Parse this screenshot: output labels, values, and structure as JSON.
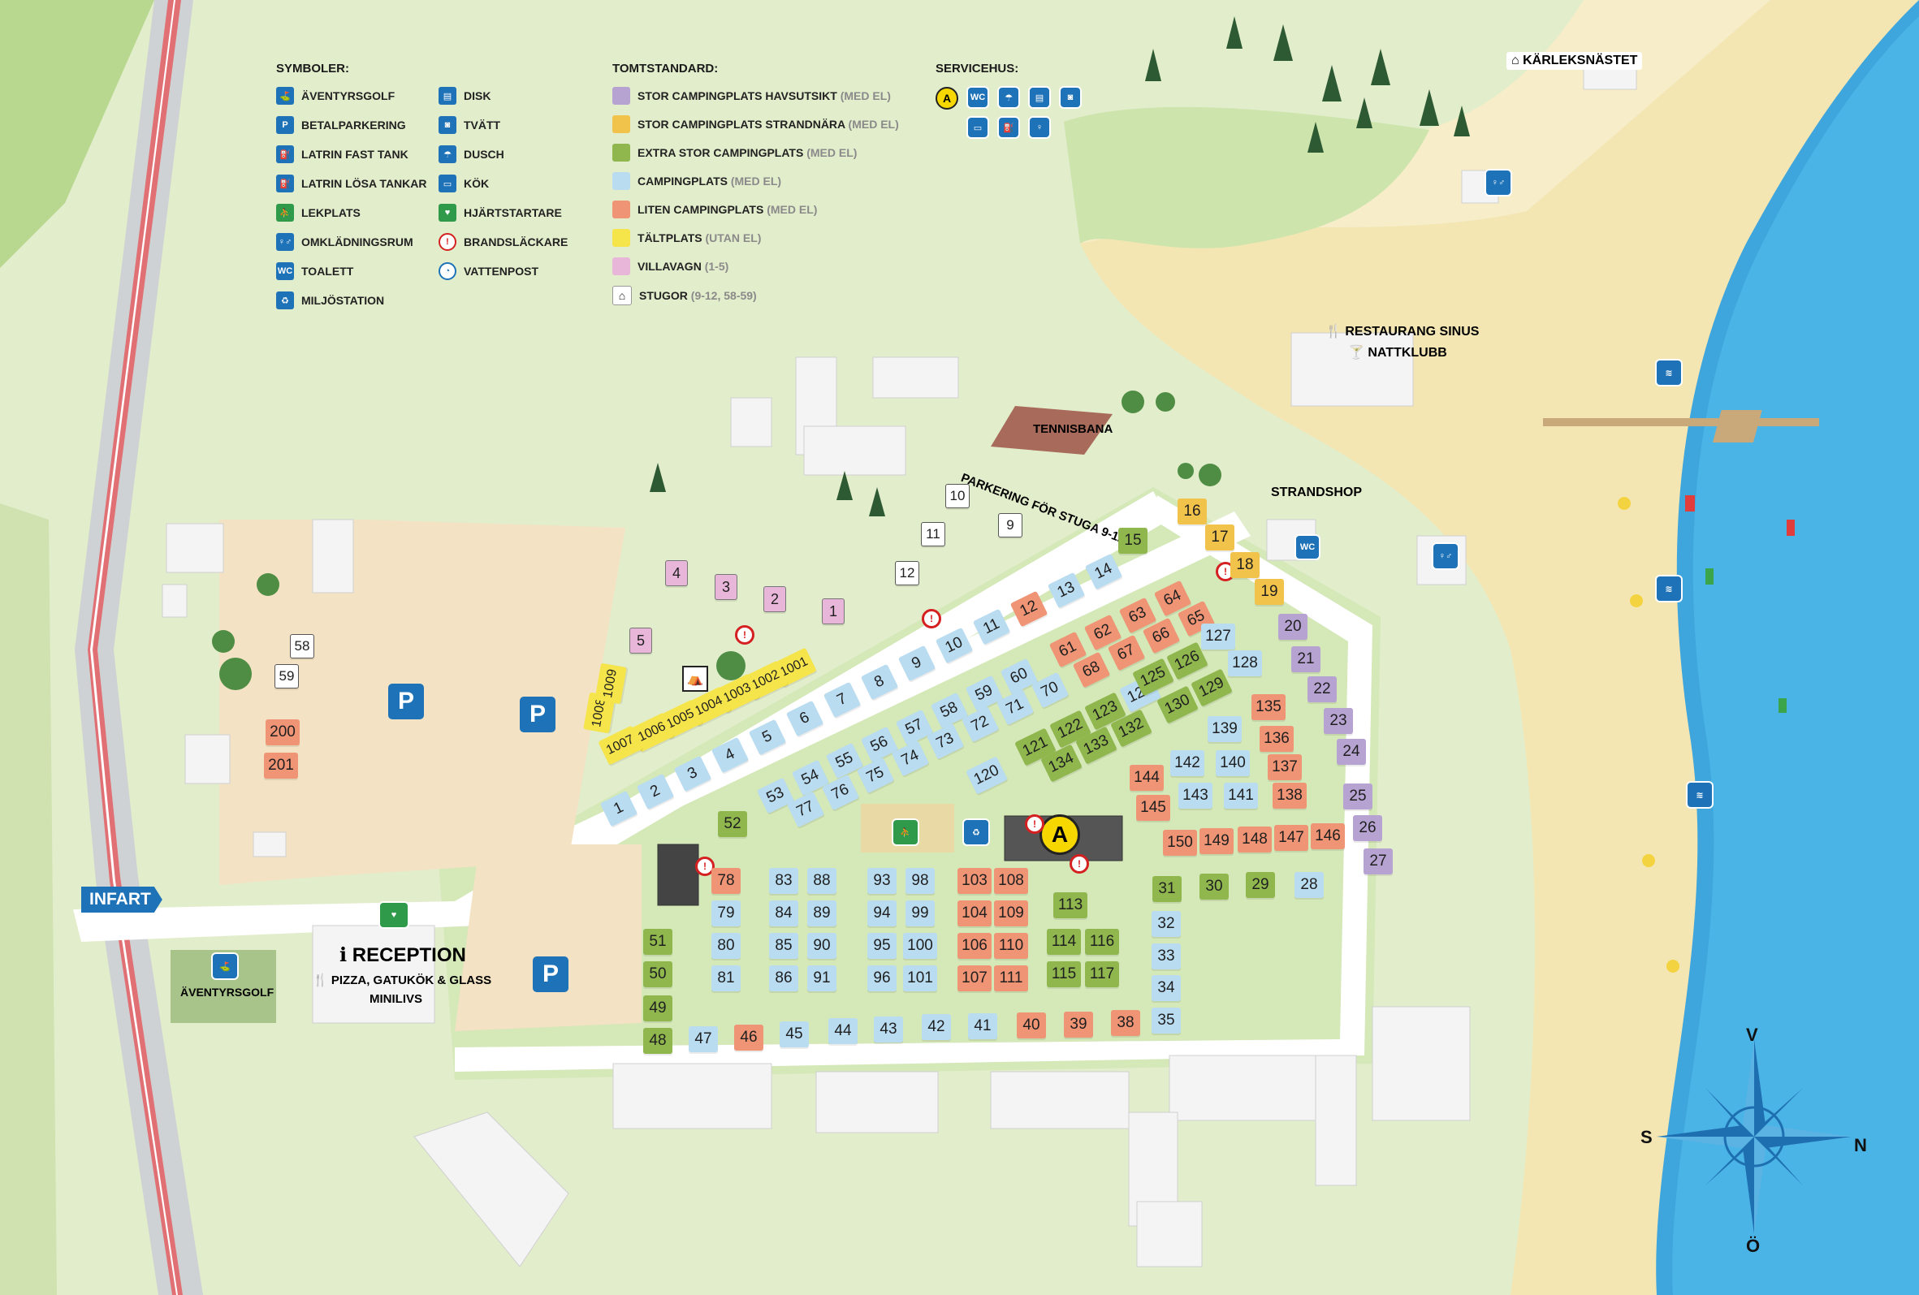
{
  "legend": {
    "symbols": {
      "title": "SYMBOLER:",
      "items": [
        {
          "label": "ÄVENTYRSGOLF",
          "icon": "minigolf-icon",
          "glyph": "⛳",
          "tone": "blue"
        },
        {
          "label": "BETALPARKERING",
          "icon": "parking-icon",
          "glyph": "P",
          "tone": "blue"
        },
        {
          "label": "LATRIN FAST TANK",
          "icon": "latrine-fixed-tank-icon",
          "glyph": "⛽",
          "tone": "blue"
        },
        {
          "label": "LATRIN LÖSA TANKAR",
          "icon": "latrine-loose-tanks-icon",
          "glyph": "⛽",
          "tone": "blue"
        },
        {
          "label": "LEKPLATS",
          "icon": "playground-icon",
          "glyph": "⛹",
          "tone": "green"
        },
        {
          "label": "OMKLÄDNINGSRUM",
          "icon": "changing-room-icon",
          "glyph": "♀♂",
          "tone": "blue"
        },
        {
          "label": "TOALETT",
          "icon": "toilet-icon",
          "glyph": "WC",
          "tone": "blue"
        },
        {
          "label": "MILJÖSTATION",
          "icon": "recycling-icon",
          "glyph": "♻",
          "tone": "blue"
        },
        {
          "label": "DISK",
          "icon": "dishwashing-icon",
          "glyph": "▤",
          "tone": "blue"
        },
        {
          "label": "TVÄTT",
          "icon": "laundry-icon",
          "glyph": "◙",
          "tone": "blue"
        },
        {
          "label": "DUSCH",
          "icon": "shower-icon",
          "glyph": "☂",
          "tone": "blue"
        },
        {
          "label": "KÖK",
          "icon": "kitchen-icon",
          "glyph": "▭",
          "tone": "blue"
        },
        {
          "label": "HJÄRTSTARTARE",
          "icon": "defibrillator-icon",
          "glyph": "♥",
          "tone": "green"
        },
        {
          "label": "BRANDSLÄCKARE",
          "icon": "fire-extinguisher-icon",
          "glyph": "!",
          "tone": "red"
        },
        {
          "label": "VATTENPOST",
          "icon": "water-tap-icon",
          "glyph": "◔",
          "tone": "drop"
        }
      ]
    },
    "standards": {
      "title": "TOMTSTANDARD:",
      "items": [
        {
          "label": "STOR CAMPINGPLATS HAVSUTSIKT",
          "note": "(MED EL)",
          "color": "#b7a3d2"
        },
        {
          "label": "STOR CAMPINGPLATS STRANDNÄRA",
          "note": "(MED EL)",
          "color": "#f2c34b"
        },
        {
          "label": "EXTRA STOR CAMPINGPLATS",
          "note": "(MED EL)",
          "color": "#8fb74e"
        },
        {
          "label": "CAMPINGPLATS",
          "note": "(MED EL)",
          "color": "#b9dcf1"
        },
        {
          "label": "LITEN CAMPINGPLATS",
          "note": "(MED EL)",
          "color": "#ef9475"
        },
        {
          "label": "TÄLTPLATS",
          "note": "(UTAN EL)",
          "color": "#f6e54a"
        },
        {
          "label": "VILLAVAGN",
          "note": "(1-5)",
          "color": "#e8b6d8"
        },
        {
          "label": "STUGOR",
          "note": "(9-12, 58-59)",
          "color": "house"
        }
      ]
    },
    "service": {
      "title": "SERVICEHUS:",
      "marker": "A",
      "icons": [
        "toilet-icon",
        "shower-icon",
        "dishwashing-icon",
        "laundry-icon",
        "kitchen-icon",
        "changing-room-icon",
        "laundry-icon"
      ]
    }
  },
  "places": {
    "karleksnastet": "KÄRLEKSNÄSTET",
    "restaurang": "RESTAURANG SINUS",
    "nattklubb": "NATTKLUBB",
    "tennisbana": "TENNISBANA",
    "parkering_stuga": "PARKERING FÖR STUGA 9-12",
    "strandshop": "STRANDSHOP",
    "infart": "INFART",
    "reception": "RECEPTION",
    "reception_food": "PIZZA, GATUKÖK & GLASS",
    "minilivs": "MINILIVS",
    "aventyrsgolf": "ÄVENTYRSGOLF",
    "servicehus_marker": "A",
    "parking_letter": "P"
  },
  "compass": {
    "north": "N",
    "south": "S",
    "west": "V",
    "east": "Ö"
  },
  "colors": {
    "sea": "#3da6dc",
    "sand": "#f3e3ad",
    "grass": "#dbebc4",
    "road": "#ffffff",
    "havsutsikt": "#b7a3d2",
    "strandnara": "#f2c34b",
    "extrastor": "#8fb74e",
    "camping": "#b9dcf1",
    "liten": "#ef9475",
    "talt": "#f6e54a",
    "villavagn": "#e8b6d8"
  },
  "plots": [
    {
      "n": "1",
      "c": "camping"
    },
    {
      "n": "2",
      "c": "camping"
    },
    {
      "n": "3",
      "c": "camping"
    },
    {
      "n": "4",
      "c": "camping"
    },
    {
      "n": "5",
      "c": "camping"
    },
    {
      "n": "6",
      "c": "camping"
    },
    {
      "n": "7",
      "c": "camping"
    },
    {
      "n": "8",
      "c": "camping"
    },
    {
      "n": "9",
      "c": "camping"
    },
    {
      "n": "10",
      "c": "camping"
    },
    {
      "n": "11",
      "c": "camping"
    },
    {
      "n": "12",
      "c": "liten"
    },
    {
      "n": "13",
      "c": "camping"
    },
    {
      "n": "14",
      "c": "camping"
    },
    {
      "n": "15",
      "c": "extrastor"
    },
    {
      "n": "16",
      "c": "strandnara"
    },
    {
      "n": "17",
      "c": "strandnara"
    },
    {
      "n": "18",
      "c": "strandnara"
    },
    {
      "n": "19",
      "c": "strandnara"
    },
    {
      "n": "20",
      "c": "havsutsikt"
    },
    {
      "n": "21",
      "c": "havsutsikt"
    },
    {
      "n": "22",
      "c": "havsutsikt"
    },
    {
      "n": "23",
      "c": "havsutsikt"
    },
    {
      "n": "24",
      "c": "havsutsikt"
    },
    {
      "n": "25",
      "c": "havsutsikt"
    },
    {
      "n": "26",
      "c": "havsutsikt"
    },
    {
      "n": "27",
      "c": "havsutsikt"
    },
    {
      "n": "28",
      "c": "camping"
    },
    {
      "n": "29",
      "c": "extrastor"
    },
    {
      "n": "30",
      "c": "extrastor"
    },
    {
      "n": "31",
      "c": "extrastor"
    },
    {
      "n": "32",
      "c": "camping"
    },
    {
      "n": "33",
      "c": "camping"
    },
    {
      "n": "34",
      "c": "camping"
    },
    {
      "n": "35",
      "c": "camping"
    },
    {
      "n": "38",
      "c": "liten"
    },
    {
      "n": "39",
      "c": "liten"
    },
    {
      "n": "40",
      "c": "liten"
    },
    {
      "n": "41",
      "c": "camping"
    },
    {
      "n": "42",
      "c": "camping"
    },
    {
      "n": "43",
      "c": "camping"
    },
    {
      "n": "44",
      "c": "camping"
    },
    {
      "n": "45",
      "c": "camping"
    },
    {
      "n": "46",
      "c": "liten"
    },
    {
      "n": "47",
      "c": "camping"
    },
    {
      "n": "48",
      "c": "extrastor"
    },
    {
      "n": "49",
      "c": "extrastor"
    },
    {
      "n": "50",
      "c": "extrastor"
    },
    {
      "n": "51",
      "c": "extrastor"
    },
    {
      "n": "52",
      "c": "extrastor"
    },
    {
      "n": "53",
      "c": "camping"
    },
    {
      "n": "54",
      "c": "camping"
    },
    {
      "n": "55",
      "c": "camping"
    },
    {
      "n": "56",
      "c": "camping"
    },
    {
      "n": "57",
      "c": "camping"
    },
    {
      "n": "58",
      "c": "camping"
    },
    {
      "n": "59",
      "c": "camping"
    },
    {
      "n": "60",
      "c": "camping"
    },
    {
      "n": "61",
      "c": "liten"
    },
    {
      "n": "62",
      "c": "liten"
    },
    {
      "n": "63",
      "c": "liten"
    },
    {
      "n": "64",
      "c": "liten"
    },
    {
      "n": "65",
      "c": "liten"
    },
    {
      "n": "66",
      "c": "liten"
    },
    {
      "n": "67",
      "c": "liten"
    },
    {
      "n": "68",
      "c": "liten"
    },
    {
      "n": "70",
      "c": "camping"
    },
    {
      "n": "71",
      "c": "camping"
    },
    {
      "n": "72",
      "c": "camping"
    },
    {
      "n": "73",
      "c": "camping"
    },
    {
      "n": "74",
      "c": "camping"
    },
    {
      "n": "75",
      "c": "camping"
    },
    {
      "n": "76",
      "c": "camping"
    },
    {
      "n": "77",
      "c": "camping"
    },
    {
      "n": "78",
      "c": "liten"
    },
    {
      "n": "79",
      "c": "camping"
    },
    {
      "n": "80",
      "c": "camping"
    },
    {
      "n": "81",
      "c": "camping"
    },
    {
      "n": "83",
      "c": "camping"
    },
    {
      "n": "84",
      "c": "camping"
    },
    {
      "n": "85",
      "c": "camping"
    },
    {
      "n": "86",
      "c": "camping"
    },
    {
      "n": "88",
      "c": "camping"
    },
    {
      "n": "89",
      "c": "camping"
    },
    {
      "n": "90",
      "c": "camping"
    },
    {
      "n": "91",
      "c": "camping"
    },
    {
      "n": "93",
      "c": "camping"
    },
    {
      "n": "94",
      "c": "camping"
    },
    {
      "n": "95",
      "c": "camping"
    },
    {
      "n": "96",
      "c": "camping"
    },
    {
      "n": "98",
      "c": "camping"
    },
    {
      "n": "99",
      "c": "camping"
    },
    {
      "n": "100",
      "c": "camping"
    },
    {
      "n": "101",
      "c": "camping"
    },
    {
      "n": "103",
      "c": "liten"
    },
    {
      "n": "104",
      "c": "liten"
    },
    {
      "n": "106",
      "c": "liten"
    },
    {
      "n": "107",
      "c": "liten"
    },
    {
      "n": "108",
      "c": "liten"
    },
    {
      "n": "109",
      "c": "liten"
    },
    {
      "n": "110",
      "c": "liten"
    },
    {
      "n": "111",
      "c": "liten"
    },
    {
      "n": "113",
      "c": "extrastor"
    },
    {
      "n": "114",
      "c": "extrastor"
    },
    {
      "n": "115",
      "c": "extrastor"
    },
    {
      "n": "116",
      "c": "extrastor"
    },
    {
      "n": "117",
      "c": "extrastor"
    },
    {
      "n": "120",
      "c": "camping"
    },
    {
      "n": "121",
      "c": "extrastor"
    },
    {
      "n": "122",
      "c": "extrastor"
    },
    {
      "n": "123",
      "c": "extrastor"
    },
    {
      "n": "124",
      "c": "camping"
    },
    {
      "n": "125",
      "c": "extrastor"
    },
    {
      "n": "126",
      "c": "extrastor"
    },
    {
      "n": "127",
      "c": "camping"
    },
    {
      "n": "128",
      "c": "camping"
    },
    {
      "n": "129",
      "c": "extrastor"
    },
    {
      "n": "130",
      "c": "extrastor"
    },
    {
      "n": "132",
      "c": "extrastor"
    },
    {
      "n": "133",
      "c": "extrastor"
    },
    {
      "n": "134",
      "c": "extrastor"
    },
    {
      "n": "135",
      "c": "liten"
    },
    {
      "n": "136",
      "c": "liten"
    },
    {
      "n": "137",
      "c": "liten"
    },
    {
      "n": "138",
      "c": "liten"
    },
    {
      "n": "139",
      "c": "camping"
    },
    {
      "n": "140",
      "c": "camping"
    },
    {
      "n": "141",
      "c": "camping"
    },
    {
      "n": "142",
      "c": "camping"
    },
    {
      "n": "143",
      "c": "camping"
    },
    {
      "n": "144",
      "c": "liten"
    },
    {
      "n": "145",
      "c": "liten"
    },
    {
      "n": "146",
      "c": "liten"
    },
    {
      "n": "147",
      "c": "liten"
    },
    {
      "n": "148",
      "c": "liten"
    },
    {
      "n": "149",
      "c": "liten"
    },
    {
      "n": "150",
      "c": "liten"
    },
    {
      "n": "200",
      "c": "liten"
    },
    {
      "n": "201",
      "c": "liten"
    },
    {
      "n": "1001",
      "c": "talt"
    },
    {
      "n": "1002",
      "c": "talt"
    },
    {
      "n": "1003",
      "c": "talt"
    },
    {
      "n": "1004",
      "c": "talt"
    },
    {
      "n": "1005",
      "c": "talt"
    },
    {
      "n": "1006",
      "c": "talt"
    },
    {
      "n": "1007",
      "c": "talt"
    },
    {
      "n": "1008",
      "c": "talt"
    },
    {
      "n": "1009",
      "c": "talt"
    }
  ],
  "caravans": [
    "1",
    "2",
    "3",
    "4",
    "5"
  ],
  "cabins": [
    "9",
    "10",
    "11",
    "12",
    "58",
    "59"
  ]
}
